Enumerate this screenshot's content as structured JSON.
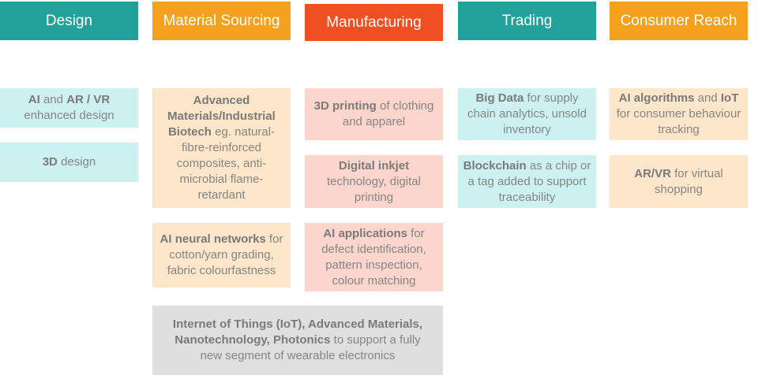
{
  "headers": [
    {
      "label": "Design",
      "color": "#22a19a"
    },
    {
      "label": "Material Sourcing",
      "color": "#f6a11e"
    },
    {
      "label": "Manufacturing",
      "color": "#f04e23"
    },
    {
      "label": "Trading",
      "color": "#22a19a"
    },
    {
      "label": "Consumer Reach",
      "color": "#f6a11e"
    }
  ],
  "design": {
    "card1": {
      "b1": "AI",
      "t1": " and ",
      "b2": "AR / VR",
      "t2": " enhanced design"
    },
    "card2": {
      "b1": "3D",
      "t1": " design"
    }
  },
  "sourcing": {
    "card1": {
      "b1": "Advanced Materials/Industrial Biotech",
      "t1": " eg. natural-fibre-reinforced composites, anti-microbial flame-retardant"
    },
    "card2": {
      "b1": "AI neural networks",
      "t1": " for cotton/yarn grading, fabric colourfastness"
    }
  },
  "manufacturing": {
    "card1": {
      "b1": "3D printing",
      "t1": " of clothing and apparel"
    },
    "card2": {
      "b1": "Digital inkjet",
      "t1": " technology, digital printing"
    },
    "card3": {
      "b1": "AI applications",
      "t1": " for defect identification, pattern inspection, colour matching"
    }
  },
  "trading": {
    "card1": {
      "b1": "Big Data",
      "t1": " for supply chain analytics, unsold inventory"
    },
    "card2": {
      "b1": "Blockchain",
      "t1": " as a chip or a tag added to support traceability"
    }
  },
  "consumer": {
    "card1": {
      "b1": "AI algorithms",
      "t1": " and ",
      "b2": "IoT",
      "t2": " for consumer behaviour tracking"
    },
    "card2": {
      "b1": "AR/VR",
      "t1": " for virtual shopping"
    }
  },
  "wearables": {
    "b1": "Internet of Things (IoT), Advanced Materials, Nanotechnology, Photonics",
    "t1": " to support a fully new segment of wearable electronics"
  }
}
